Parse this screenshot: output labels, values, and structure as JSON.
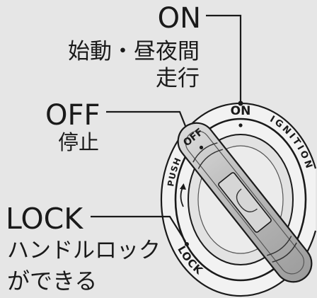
{
  "callouts": {
    "on": {
      "title": "ON",
      "description": [
        "始動・昼夜間",
        "走行"
      ]
    },
    "off": {
      "title": "OFF",
      "description": [
        "停止"
      ]
    },
    "lock": {
      "title": "LOCK",
      "description": [
        "ハンドルロック",
        "ができる"
      ]
    }
  },
  "switch_face": {
    "on": "ON",
    "ignition": "IGNITION",
    "push": "PUSH",
    "lock": "LOCK",
    "off": "OFF"
  },
  "icons": {
    "push_direction": "curved-arrow-icon",
    "key": "ignition-key-icon"
  },
  "colors": {
    "background": "#e6e6e6",
    "ink": "#1a1a1a",
    "face": "#f2f2f2",
    "cylinder": "#e2e2e2",
    "key_light": "#dcdcdc",
    "key_dark": "#9c9c9c"
  }
}
